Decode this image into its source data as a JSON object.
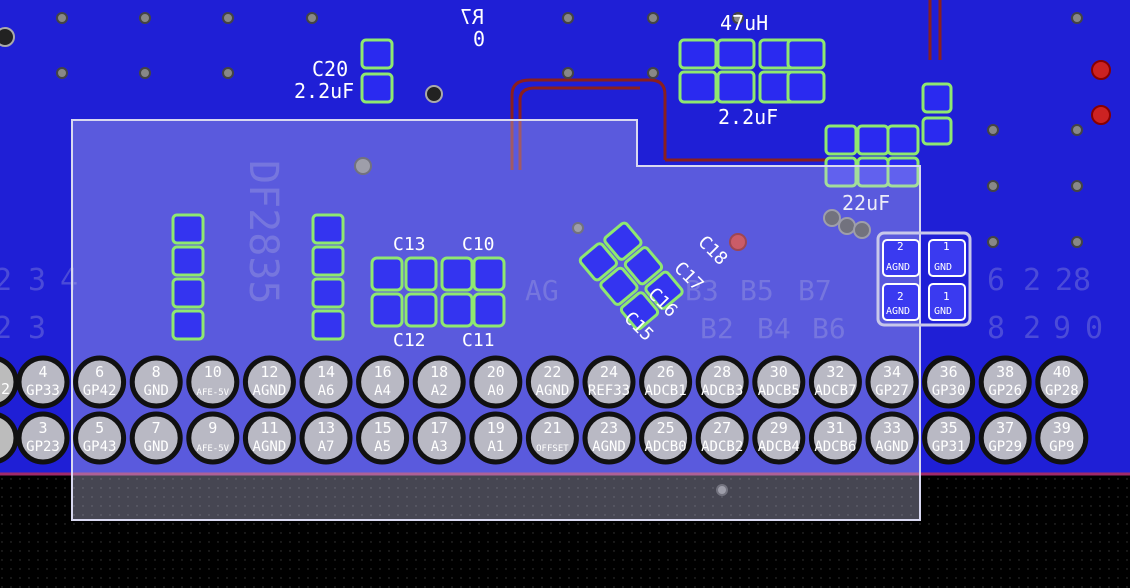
{
  "colors": {
    "board": "#1f1fd6",
    "background": "#000000",
    "pad_outline": "#8fe870",
    "silk_text": "#ffffff",
    "trace": "#8a1f1f",
    "overlay": "#c8c8ea"
  },
  "header_top_row": [
    {
      "num": "4",
      "label": "GP33"
    },
    {
      "num": "6",
      "label": "GP42"
    },
    {
      "num": "8",
      "label": "GND"
    },
    {
      "num": "10",
      "label": "AFE-5V"
    },
    {
      "num": "12",
      "label": "AGND"
    },
    {
      "num": "14",
      "label": "A6"
    },
    {
      "num": "16",
      "label": "A4"
    },
    {
      "num": "18",
      "label": "A2"
    },
    {
      "num": "20",
      "label": "A0"
    },
    {
      "num": "22",
      "label": "AGND"
    },
    {
      "num": "24",
      "label": "REF33"
    },
    {
      "num": "26",
      "label": "ADCB1"
    },
    {
      "num": "28",
      "label": "ADCB3"
    },
    {
      "num": "30",
      "label": "ADCB5"
    },
    {
      "num": "32",
      "label": "ADCB7"
    },
    {
      "num": "34",
      "label": "GP27"
    },
    {
      "num": "36",
      "label": "GP30"
    },
    {
      "num": "38",
      "label": "GP26"
    },
    {
      "num": "40",
      "label": "GP28"
    }
  ],
  "header_bottom_row": [
    {
      "num": "3",
      "label": "GP23"
    },
    {
      "num": "5",
      "label": "GP43"
    },
    {
      "num": "7",
      "label": "GND"
    },
    {
      "num": "9",
      "label": "AFE-5V"
    },
    {
      "num": "11",
      "label": "AGND"
    },
    {
      "num": "13",
      "label": "A7"
    },
    {
      "num": "15",
      "label": "A5"
    },
    {
      "num": "17",
      "label": "A3"
    },
    {
      "num": "19",
      "label": "A1"
    },
    {
      "num": "21",
      "label": "OFFSET"
    },
    {
      "num": "23",
      "label": "AGND"
    },
    {
      "num": "25",
      "label": "ADCB0"
    },
    {
      "num": "27",
      "label": "ADCB2"
    },
    {
      "num": "29",
      "label": "ADCB4"
    },
    {
      "num": "31",
      "label": "ADCB6"
    },
    {
      "num": "33",
      "label": "AGND"
    },
    {
      "num": "35",
      "label": "GP31"
    },
    {
      "num": "37",
      "label": "GP29"
    },
    {
      "num": "39",
      "label": "GP9"
    }
  ],
  "left_edge_partial_top": "2",
  "left_edge_partial_bottom": "",
  "labels": {
    "c20": "C20",
    "c20_value": "2.2uF",
    "r7": "R7",
    "r7_value": "0",
    "inductor_value": "47uH",
    "cap_value_mid": "2.2uF",
    "cap_value_right": "22uF",
    "c13": "C13",
    "c10": "C10",
    "c12": "C12",
    "c11": "C11",
    "c18": "C18",
    "c17": "C17",
    "c16": "C16",
    "c15": "C15"
  },
  "gnd_pads": [
    {
      "num": "2",
      "label": "AGND"
    },
    {
      "num": "1",
      "label": "GND"
    },
    {
      "num": "2",
      "label": "AGND"
    },
    {
      "num": "1",
      "label": "GND"
    }
  ]
}
